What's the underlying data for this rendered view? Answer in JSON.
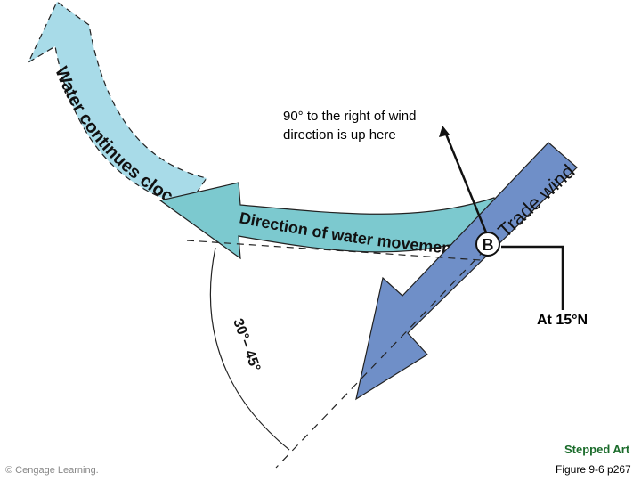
{
  "labels": {
    "clockwise": "Water continues clockwise?",
    "direction": "Direction of water movement",
    "trade_wind": "Trade wind",
    "point_b": "B",
    "right_of_wind_line1": "90° to the right of wind",
    "right_of_wind_line2": "direction is up here",
    "latitude": "At 15°N",
    "angle": "30°– 45°",
    "stepped_art": "Stepped Art",
    "figure_ref": "Figure 9-6 p267",
    "copyright": "© Cengage Learning."
  },
  "colors": {
    "light_arrow": "#a8dbe8",
    "teal_arrow": "#7cc9cf",
    "trade_wind_arrow": "#6f8fc8",
    "stepped_art_text": "#1a6b2a"
  }
}
